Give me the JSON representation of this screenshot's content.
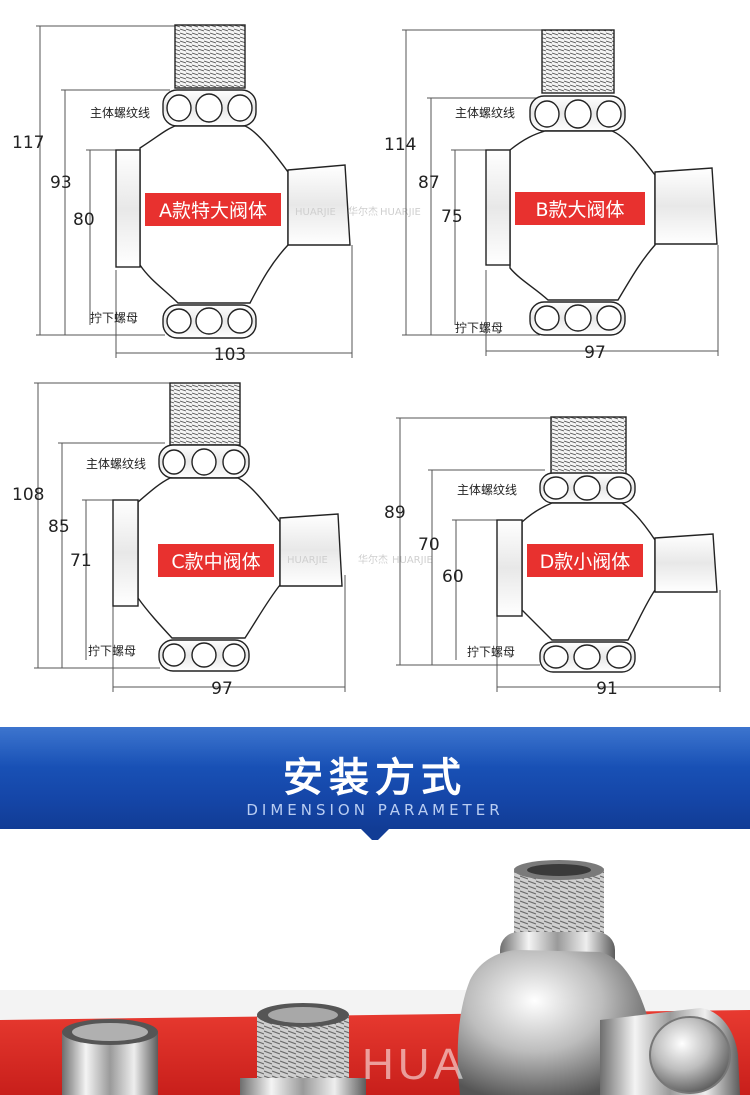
{
  "valves": [
    {
      "id": "A",
      "name": "A款特大阀体",
      "dims": {
        "total": "117",
        "thread_to_nut": "93",
        "body": "80",
        "width": "103"
      },
      "thread_label": "主体螺纹线",
      "nut_label": "拧下螺母"
    },
    {
      "id": "B",
      "name": "B款大阀体",
      "dims": {
        "total": "114",
        "thread_to_nut": "87",
        "body": "75",
        "width": "97"
      },
      "thread_label": "主体螺纹线",
      "nut_label": "拧下螺母"
    },
    {
      "id": "C",
      "name": "C款中阀体",
      "dims": {
        "total": "108",
        "thread_to_nut": "85",
        "body": "71",
        "width": "97"
      },
      "thread_label": "主体螺纹线",
      "nut_label": "拧下螺母"
    },
    {
      "id": "D",
      "name": "D款小阀体",
      "dims": {
        "total": "89",
        "thread_to_nut": "70",
        "body": "60",
        "width": "91"
      },
      "thread_label": "主体螺纹线",
      "nut_label": "拧下螺母"
    }
  ],
  "watermark": {
    "brand_cn": "华尔杰",
    "brand_en": "HUARJIE",
    "photo_text": "HUA"
  },
  "banner": {
    "title": "安装方式",
    "subtitle": "DIMENSION PARAMETER"
  },
  "colors": {
    "label_red": "#e8312f",
    "banner_blue": "#1a51b8",
    "floor_red": "#e02a26"
  }
}
